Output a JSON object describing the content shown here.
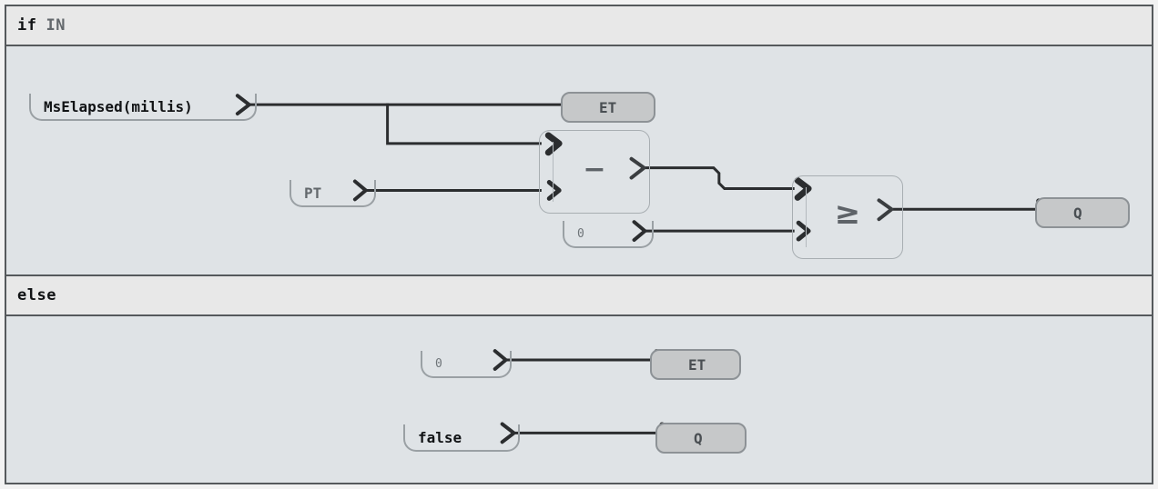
{
  "diagram": {
    "type": "function-block-diagram",
    "colors": {
      "page_background": "#f2f2f2",
      "canvas_background": "#dfe3e6",
      "band_background": "#e8e8e8",
      "frame_border": "#55595c",
      "wire": "#2b2d2f",
      "sink_fill": "#c6c8c9",
      "node_border": "#9aa0a4",
      "label_gray": "#63686c",
      "label_dark": "#111315"
    }
  },
  "branches": {
    "if": {
      "keyword": "if",
      "condition": "IN"
    },
    "else": {
      "keyword": "else"
    }
  },
  "if_body": {
    "sources": [
      {
        "id": "mselapsed",
        "label": "MsElapsed(millis)",
        "style": "dark"
      },
      {
        "id": "pt",
        "label": "PT",
        "style": "gray"
      },
      {
        "id": "zero",
        "label": "0",
        "style": "zero"
      }
    ],
    "operators": [
      {
        "id": "subtract",
        "symbol": "−",
        "name": "subtract-block",
        "inputs": 2,
        "outputs": 1
      },
      {
        "id": "gte",
        "symbol": "≥",
        "name": "greater-equal-block",
        "inputs": 2,
        "outputs": 1
      }
    ],
    "sinks": [
      {
        "id": "et",
        "label": "ET"
      },
      {
        "id": "q",
        "label": "Q"
      }
    ],
    "wires": [
      {
        "from": "mselapsed",
        "to": "et"
      },
      {
        "from": "mselapsed",
        "to": "subtract.in0"
      },
      {
        "from": "pt",
        "to": "subtract.in1"
      },
      {
        "from": "subtract",
        "to": "gte.in0"
      },
      {
        "from": "zero",
        "to": "gte.in1"
      },
      {
        "from": "gte",
        "to": "q"
      }
    ]
  },
  "else_body": {
    "sources": [
      {
        "id": "zero2",
        "label": "0",
        "style": "zero"
      },
      {
        "id": "false1",
        "label": "false",
        "style": "dark"
      }
    ],
    "sinks": [
      {
        "id": "et2",
        "label": "ET"
      },
      {
        "id": "q2",
        "label": "Q"
      }
    ],
    "wires": [
      {
        "from": "zero2",
        "to": "et2"
      },
      {
        "from": "false1",
        "to": "q2"
      }
    ]
  }
}
